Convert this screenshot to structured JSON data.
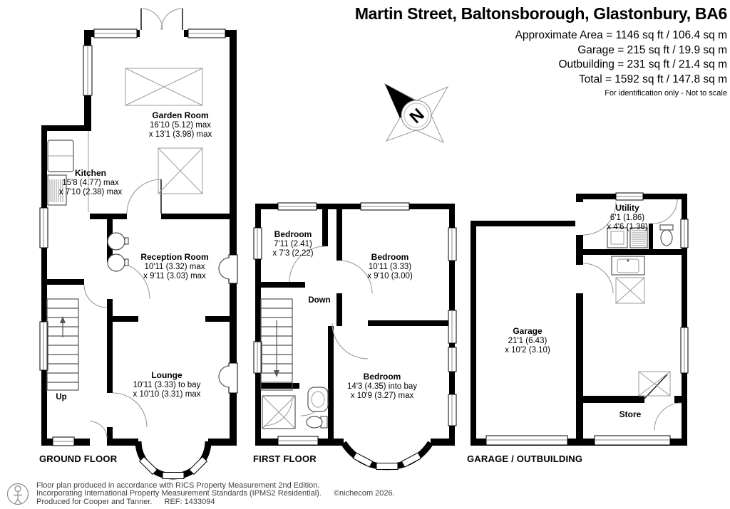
{
  "header": {
    "title": "Martin Street, Baltonsborough, Glastonbury, BA6",
    "area_lines": [
      "Approximate Area = 1146 sq ft / 106.4 sq m",
      "Garage = 215 sq ft / 19.9 sq m",
      "Outbuilding = 231 sq ft / 21.4 sq m",
      "Total = 1592 sq ft / 147.8 sq m"
    ],
    "disclaimer": "For identification only - Not to scale"
  },
  "compass": {
    "north_label": "N"
  },
  "ground_floor": {
    "title": "GROUND FLOOR",
    "stairs_label": "Up",
    "rooms": {
      "garden_room": {
        "name": "Garden Room",
        "dim1": "16'10 (5.12) max",
        "dim2": "x 13'1 (3.98) max"
      },
      "kitchen": {
        "name": "Kitchen",
        "dim1": "15'8 (4.77) max",
        "dim2": "x 7'10 (2.38) max"
      },
      "reception_room": {
        "name": "Reception Room",
        "dim1": "10'11 (3.32) max",
        "dim2": "x 9'11 (3.03) max"
      },
      "lounge": {
        "name": "Lounge",
        "dim1": "10'11 (3.33) to bay",
        "dim2": "x 10'10 (3.31) max"
      }
    }
  },
  "first_floor": {
    "title": "FIRST FLOOR",
    "stairs_label": "Down",
    "rooms": {
      "bedroom_front": {
        "name": "Bedroom",
        "dim1": "7'11 (2.41)",
        "dim2": "x 7'3 (2.22)"
      },
      "bedroom_middle": {
        "name": "Bedroom",
        "dim1": "10'11 (3.33)",
        "dim2": "x 9'10 (3.00)"
      },
      "bedroom_rear": {
        "name": "Bedroom",
        "dim1": "14'3 (4.35) into bay",
        "dim2": "x 10'9 (3.27) max"
      }
    }
  },
  "garage_outbuilding": {
    "title": "GARAGE / OUTBUILDING",
    "rooms": {
      "garage": {
        "name": "Garage",
        "dim1": "21'1 (6.43)",
        "dim2": "x 10'2 (3.10)"
      },
      "utility": {
        "name": "Utility",
        "dim1": "6'1 (1.86)",
        "dim2": "x 4'6 (1.38)"
      },
      "store": {
        "name": "Store"
      }
    }
  },
  "footer": {
    "line1": "Floor plan produced in accordance with RICS Property Measurement 2nd Edition.",
    "line2": "Incorporating International Property Measurement Standards (IPMS2 Residential).",
    "copyright": "©nichecom 2026.",
    "line3": "Produced for Cooper and Tanner.",
    "ref": "REF: 1433094"
  },
  "colors": {
    "wall": "#000000",
    "background": "#ffffff",
    "detail_line": "#9a9a9a"
  }
}
